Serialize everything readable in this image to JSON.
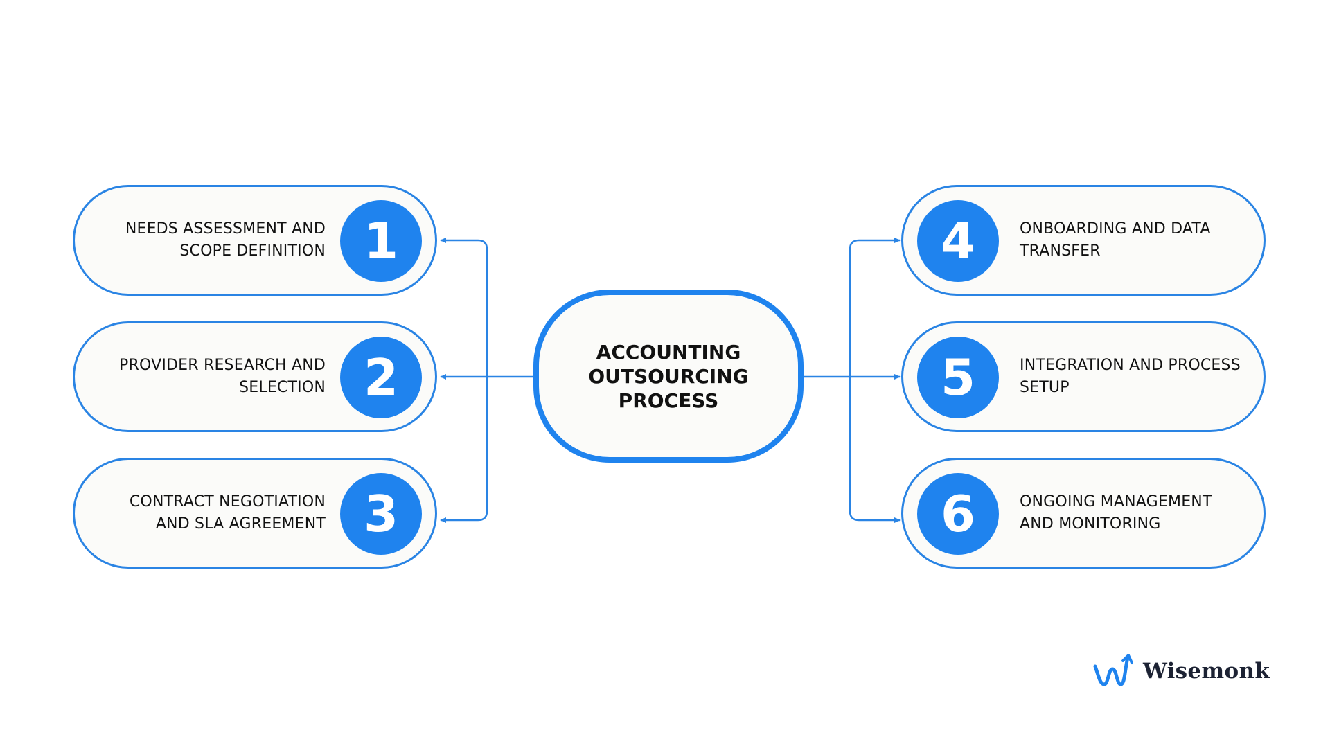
{
  "center": {
    "title": "ACCOUNTING OUTSOURCING PROCESS"
  },
  "steps": [
    {
      "number": "1",
      "label": "NEEDS ASSESSMENT AND SCOPE DEFINITION"
    },
    {
      "number": "2",
      "label": "PROVIDER RESEARCH AND SELECTION"
    },
    {
      "number": "3",
      "label": "CONTRACT NEGOTIATION AND SLA AGREEMENT"
    },
    {
      "number": "4",
      "label": "ONBOARDING AND DATA TRANSFER"
    },
    {
      "number": "5",
      "label": "INTEGRATION AND PROCESS SETUP"
    },
    {
      "number": "6",
      "label": "ONGOING MANAGEMENT AND MONITORING"
    }
  ],
  "brand": {
    "name": "Wisemonk"
  },
  "colors": {
    "accent": "#1f83ee",
    "border": "#2a84e4",
    "node_fill": "#fbfbf9",
    "text": "#111111"
  }
}
